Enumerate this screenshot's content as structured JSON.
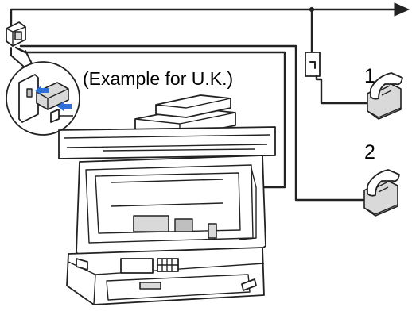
{
  "labels": {
    "example_note": "(Example for U.K.)",
    "device_1": "1",
    "device_2": "2"
  },
  "colors": {
    "line": "#222222",
    "arrow_highlight": "#2f6fd6",
    "part_fill": "#d9d9d9",
    "background": "#ffffff"
  },
  "icons": [
    "wall-socket-icon",
    "telephone-icon",
    "printer-icon",
    "arrow-right-icon"
  ]
}
